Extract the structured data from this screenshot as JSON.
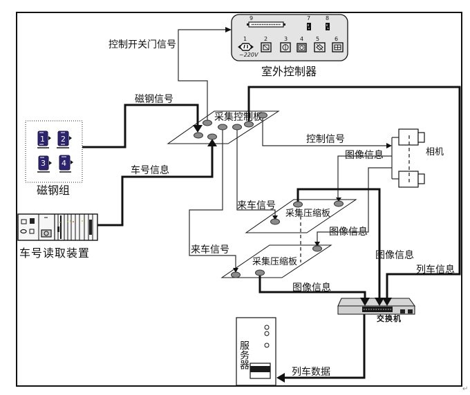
{
  "outdoor_controller": {
    "label": "室外控制器",
    "connector_9": "9",
    "connector_7": "7",
    "connector_8": "8",
    "ports": [
      "1",
      "2",
      "3",
      "4",
      "5",
      "6"
    ],
    "power_rating": "~220V"
  },
  "collect_control_board": {
    "label": "采集控制板"
  },
  "magnet_group": {
    "label": "磁钢组",
    "magnets": [
      "1",
      "2",
      "3",
      "4"
    ]
  },
  "car_number_reader": {
    "label": "车号读取装置"
  },
  "camera": {
    "label": "相机"
  },
  "compress_board_upper": {
    "label": "采集压缩板"
  },
  "compress_board_lower": {
    "label": "采集压缩板"
  },
  "switch": {
    "label": "交换机"
  },
  "server": {
    "label": "服务器"
  },
  "signals": {
    "door_control": "控制开关门信号",
    "magnet_signal": "磁钢信号",
    "car_number_info": "车号信息",
    "control_signal": "控制信号",
    "image_info_camera_upper": "图像信息",
    "image_info_camera_lower": "图像信息",
    "image_info_upper_board": "图像信息",
    "image_info_lower_board": "图像信息",
    "incoming_train_upper": "来车信号",
    "incoming_train_lower": "来车信号",
    "train_info": "列车信息",
    "train_data": "列车数据"
  },
  "colors": {
    "magnet": "#2d2470",
    "connection_node": "#8a8a8a",
    "controller_panel": "#e4e4e4"
  },
  "paragraph_mark": "↵"
}
